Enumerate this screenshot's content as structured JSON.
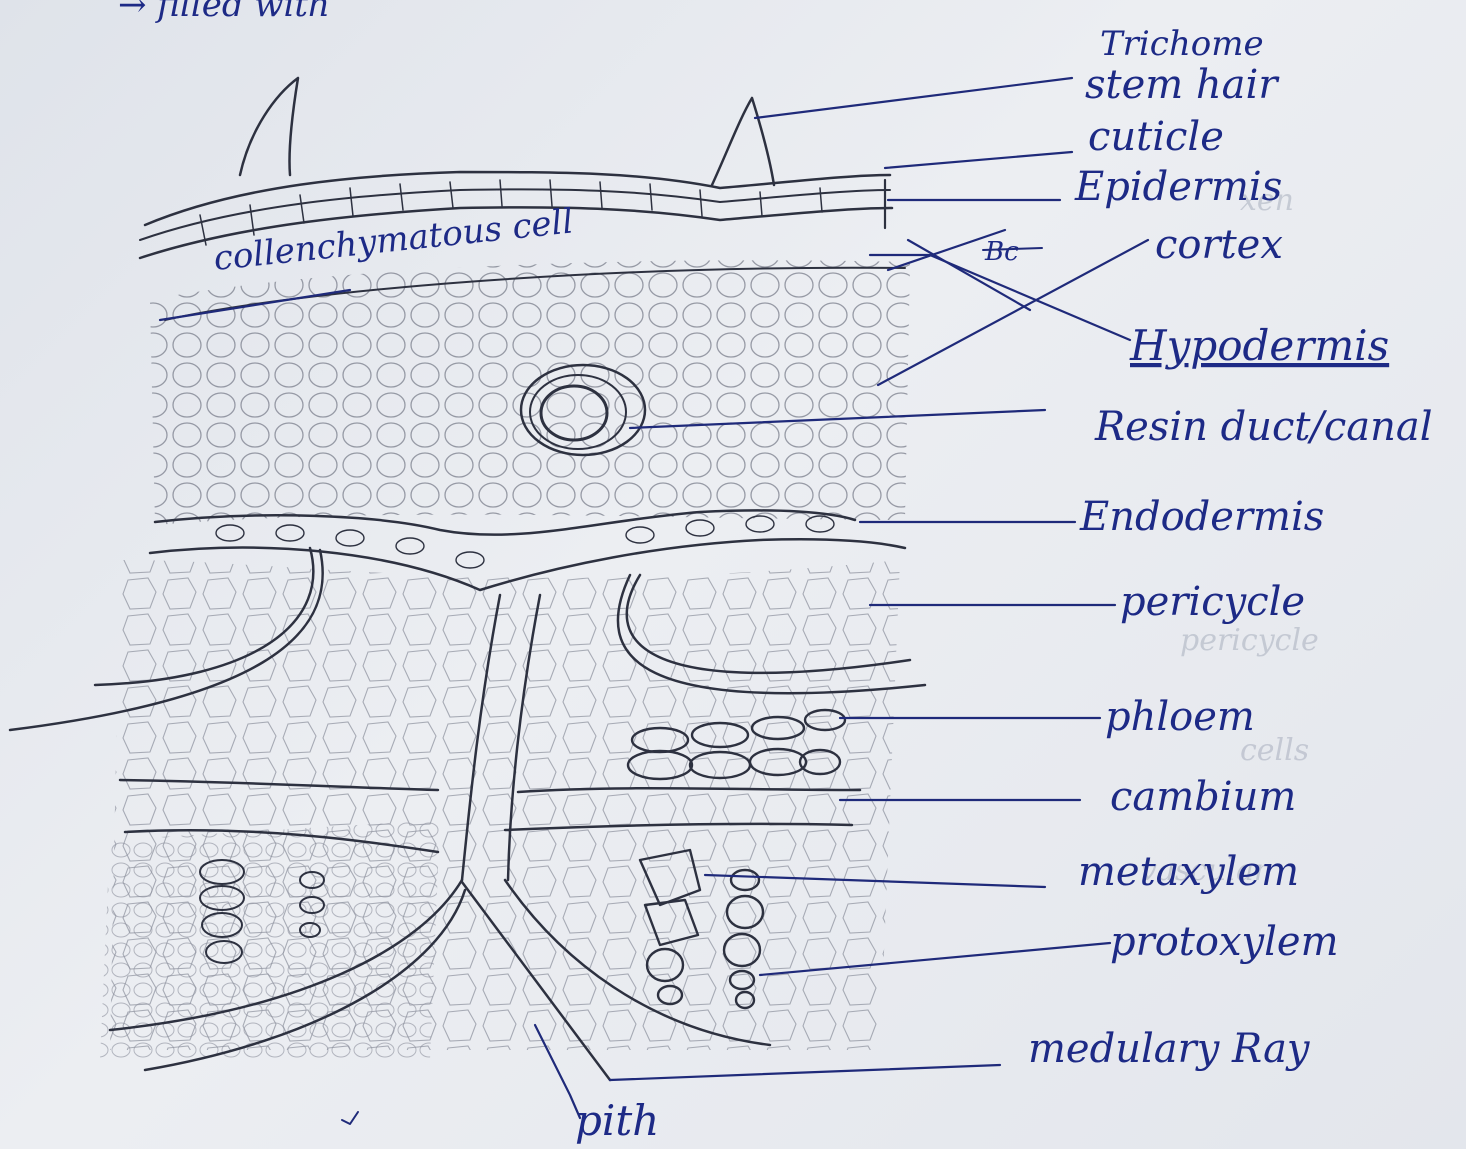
{
  "heading_fragment": "→ filled with",
  "labels": {
    "trichome": "Trichome",
    "stem_hair": "stem hair",
    "cuticle": "cuticle",
    "epidermis": "Epidermis",
    "cortex": "cortex",
    "hypodermis": "Hypodermis",
    "resin_duct": "Resin duct/canal",
    "endodermis": "Endodermis",
    "pericycle": "pericycle",
    "phloem": "phloem",
    "cambium": "cambium",
    "metaxylem": "metaxylem",
    "protoxylem": "protoxylem",
    "medullary_ray": "medulary Ray",
    "pith": "pith",
    "collenchymatous": "collenchymatous cell"
  },
  "ink_colors": {
    "pen": "#1f2a7a",
    "pencil": "#2d3140",
    "paper": "#e6e9ef"
  }
}
